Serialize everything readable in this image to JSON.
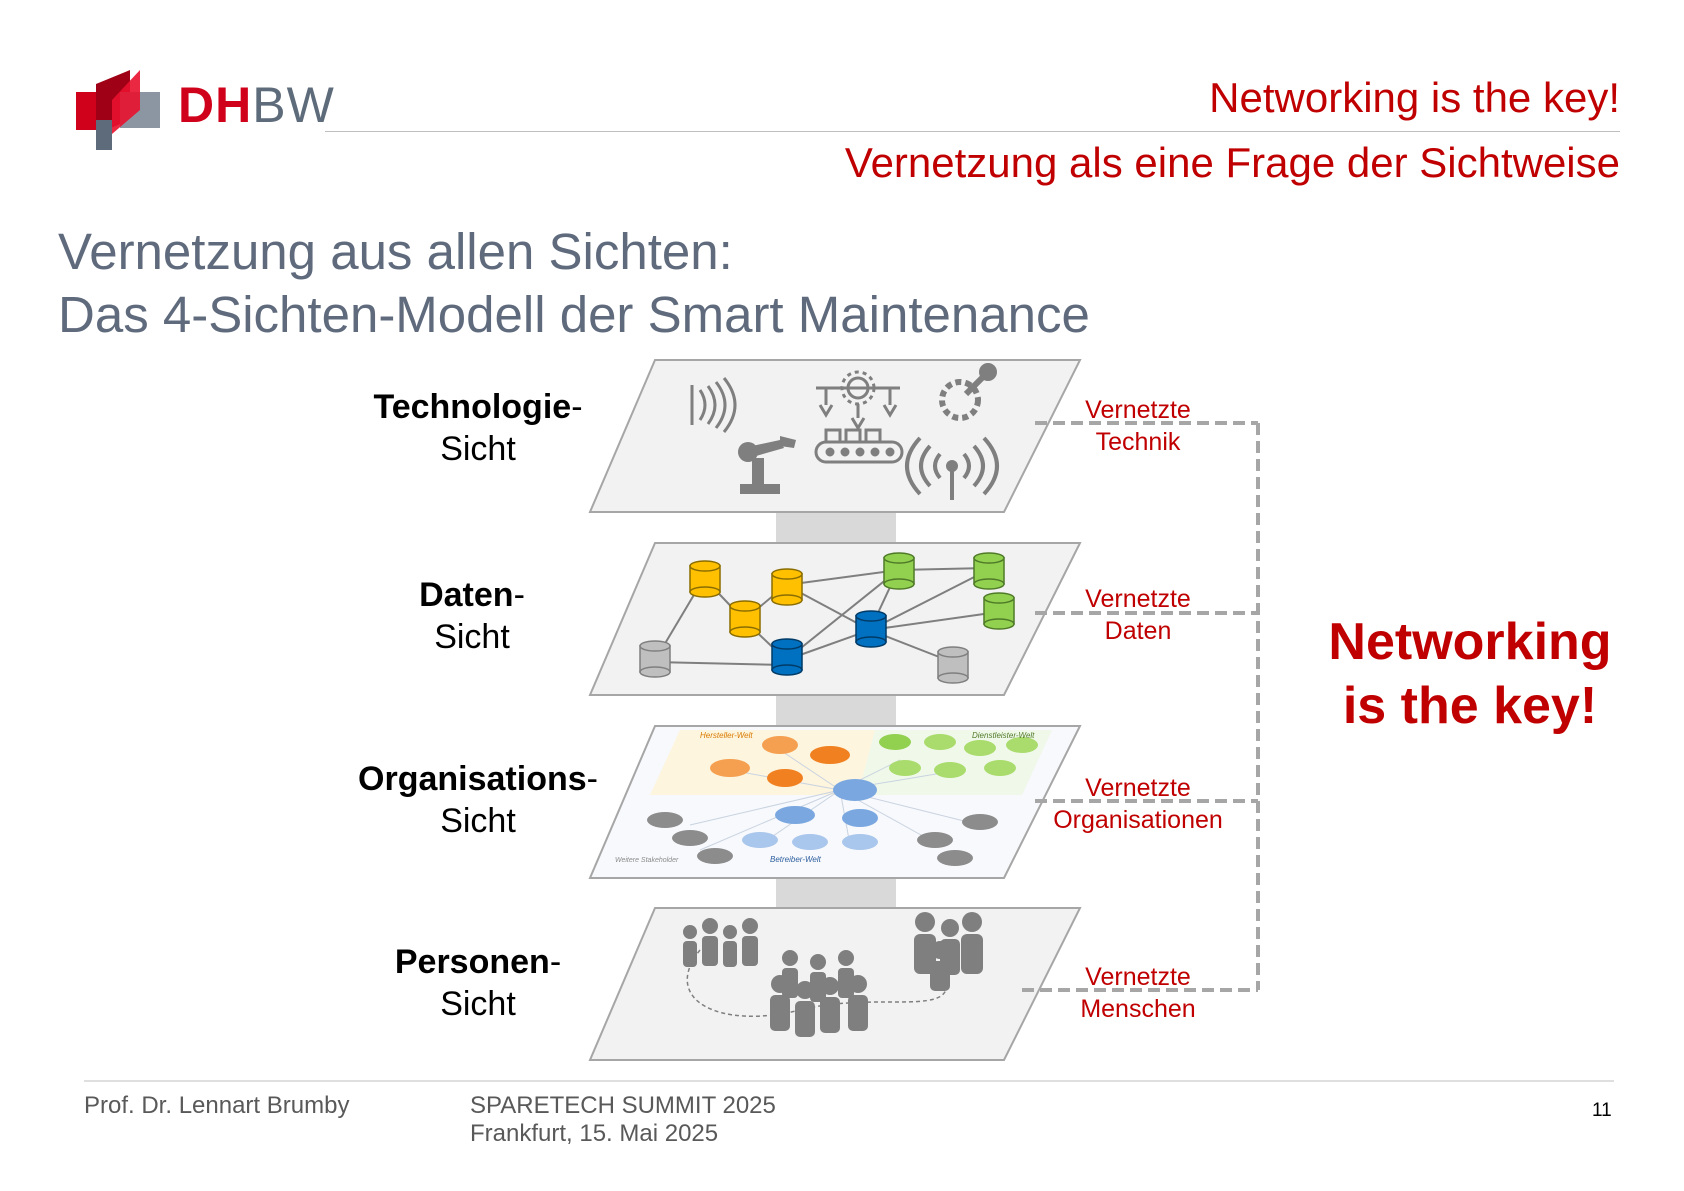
{
  "logo": {
    "part1": "DH",
    "part2": "BW"
  },
  "header": {
    "line1": "Networking is the key!",
    "line2": "Vernetzung als eine Frage der Sichtweise"
  },
  "title": {
    "line1": "Vernetzung aus allen Sichten:",
    "line2": "Das 4-Sichten-Modell der Smart Maintenance"
  },
  "layers": [
    {
      "bold": "Technologie",
      "dash": "-",
      "second": "Sicht",
      "conn1": "Vernetzte",
      "conn2": "Technik"
    },
    {
      "bold": "Daten",
      "dash": "-",
      "second": "Sicht",
      "conn1": "Vernetzte",
      "conn2": "Daten"
    },
    {
      "bold": "Organisations",
      "dash": "-",
      "second": "Sicht",
      "conn1": "Vernetzte",
      "conn2": "Organisationen"
    },
    {
      "bold": "Personen",
      "dash": "-",
      "second": "Sicht",
      "conn1": "Vernetzte",
      "conn2": "Menschen"
    }
  ],
  "org_layer": {
    "world_top_left": "Hersteller-Welt",
    "world_top_right": "Dienstleister-Welt",
    "world_bottom": "Betreiber-Welt",
    "world_bottom_left": "Weitere Stakeholder"
  },
  "big_key": {
    "line1": "Networking",
    "line2": "is the key!"
  },
  "footer": {
    "author": "Prof. Dr. Lennart Brumby",
    "event": "SPARETECH SUMMIT 2025",
    "place_date": "Frankfurt, 15. Mai 2025",
    "page": "11"
  },
  "colors": {
    "brand_red": "#c00000",
    "logo_red": "#d0021b",
    "title_grey": "#5f6b7d",
    "layer_fill": "#f2f2f2",
    "connector_grey": "#a6a6a6"
  }
}
